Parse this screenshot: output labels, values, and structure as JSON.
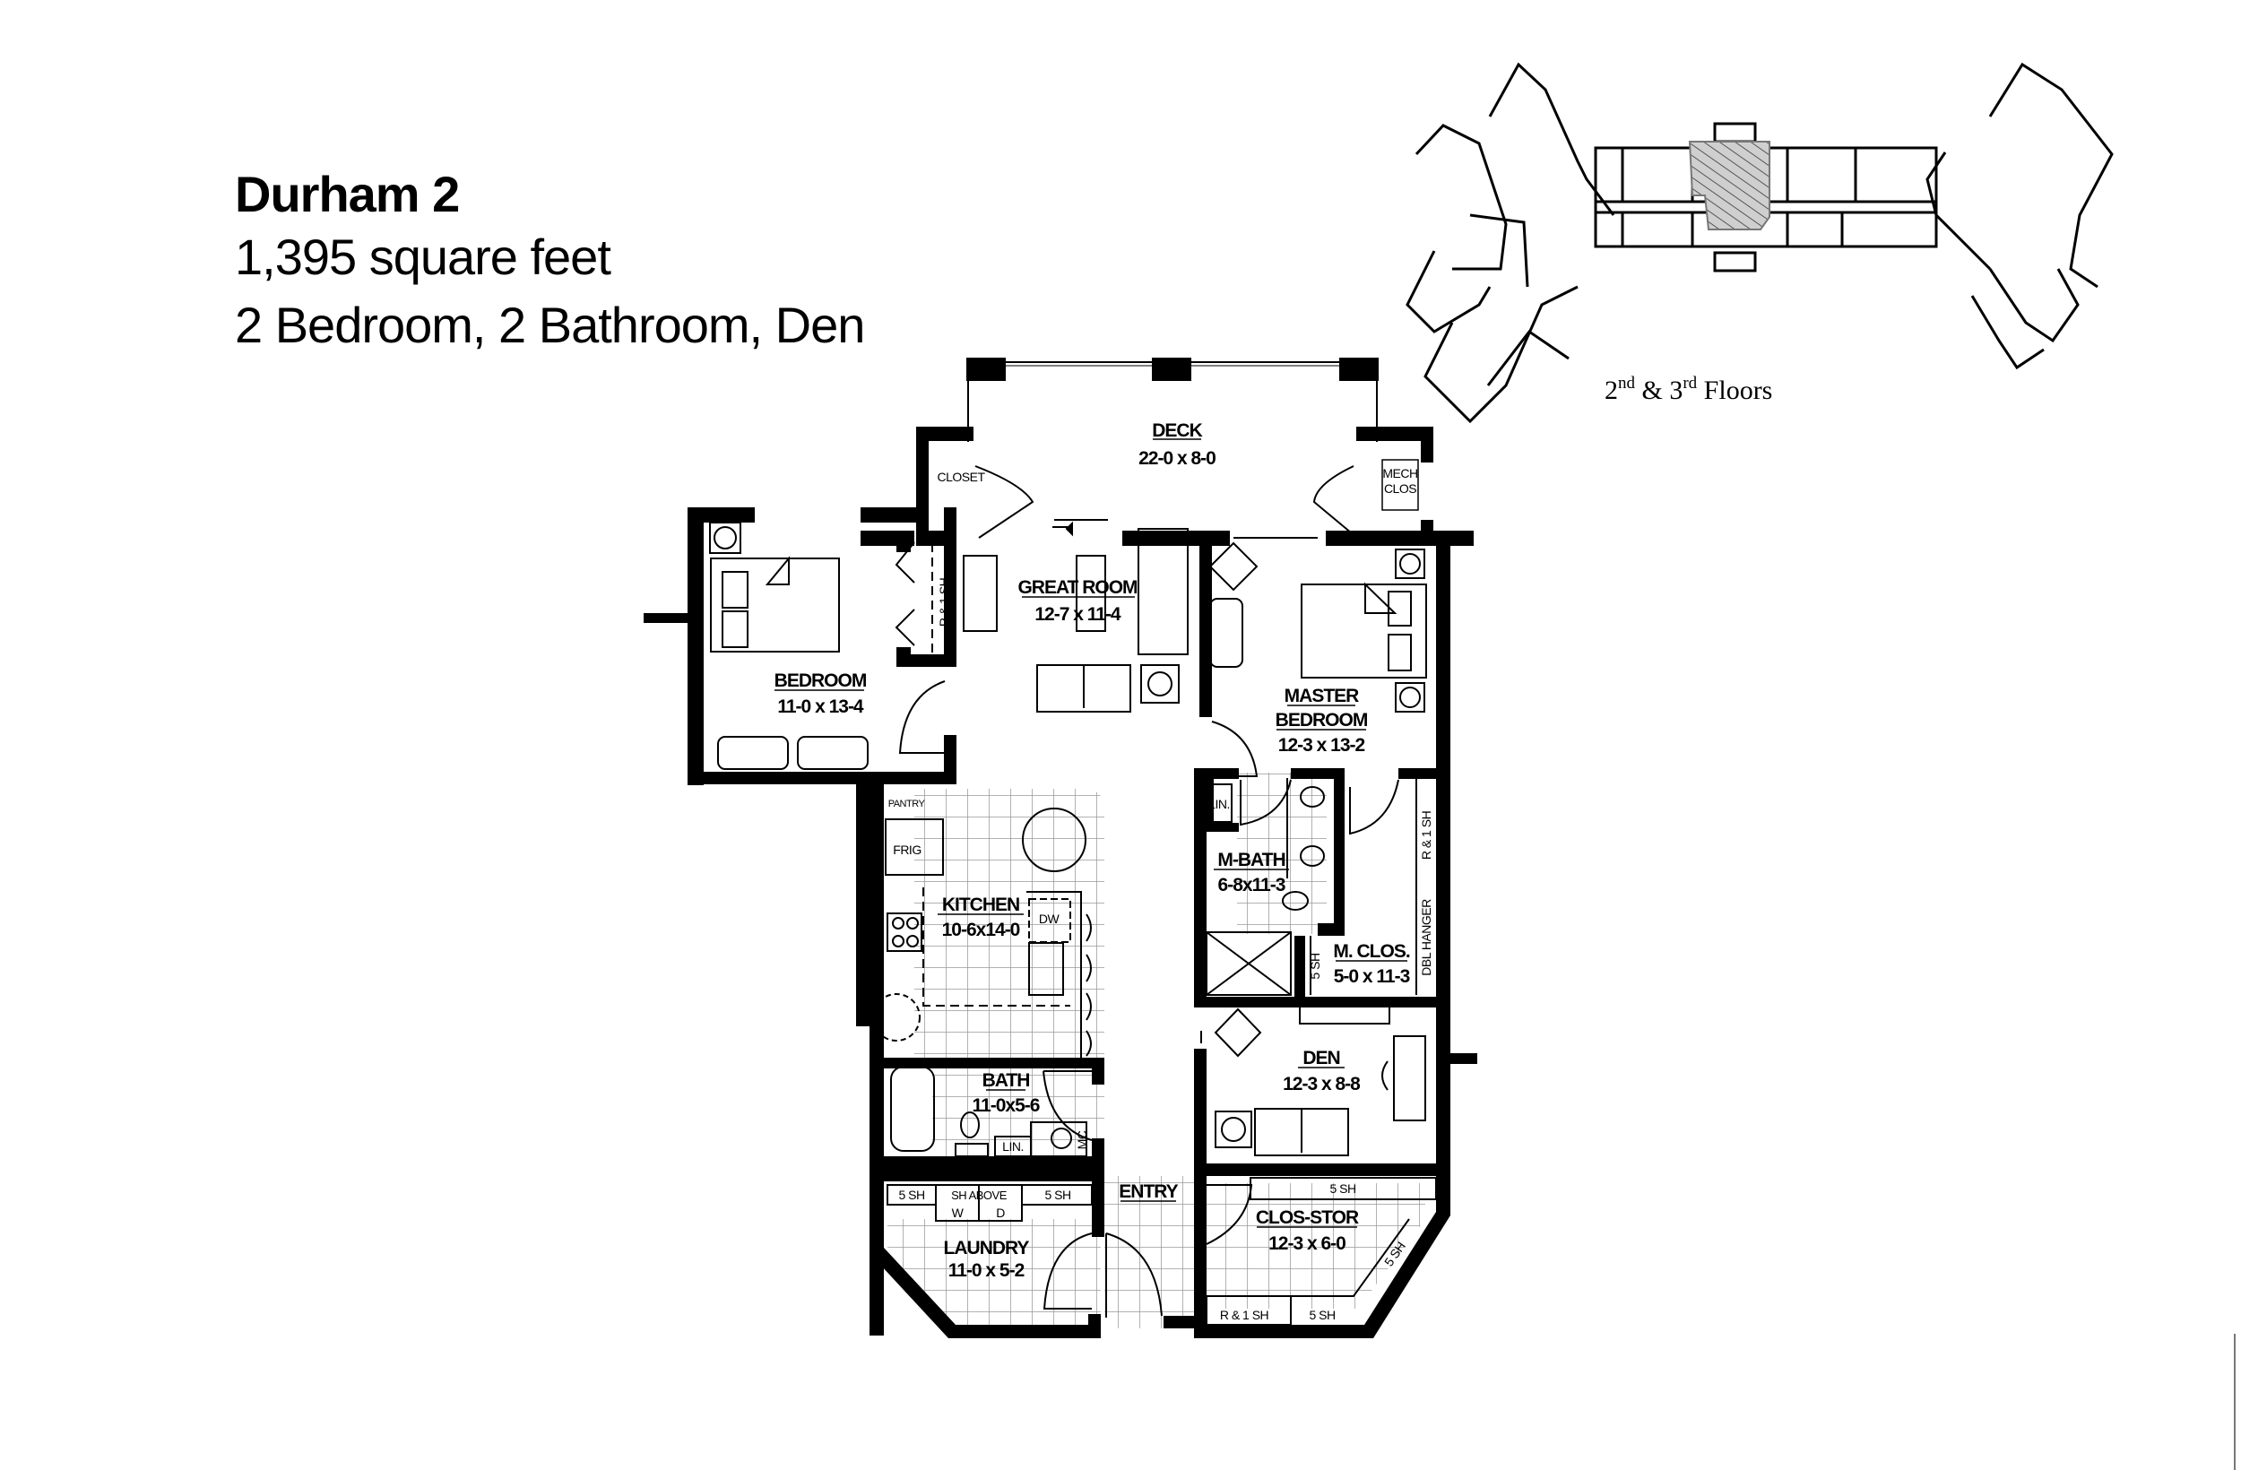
{
  "header": {
    "plan_name": "Durham 2",
    "square_feet": "1,395 square feet",
    "room_summary": "2 Bedroom, 2 Bathroom, Den"
  },
  "key_plan": {
    "caption_prefix": "2",
    "caption_sup1": "nd",
    "caption_mid": " & 3",
    "caption_sup2": "rd",
    "caption_suffix": " Floors",
    "highlight_color": "#aaaaaa"
  },
  "rooms": {
    "deck": {
      "name": "DECK",
      "dims": "22-0 x 8-0"
    },
    "closet": {
      "name": "CLOSET"
    },
    "mech_clos": {
      "line1": "MECH",
      "line2": "CLOS"
    },
    "great_room": {
      "name": "GREAT ROOM",
      "dims": "12-7 x 11-4"
    },
    "bedroom": {
      "name": "BEDROOM",
      "dims": "11-0 x 13-4"
    },
    "master_bedroom": {
      "line1": "MASTER",
      "line2": "BEDROOM",
      "dims": "12-3 x 13-2"
    },
    "kitchen": {
      "name": "KITCHEN",
      "dims": "10-6x14-0"
    },
    "m_bath": {
      "name": "M-BATH",
      "dims": "6-8x11-3"
    },
    "m_clos": {
      "name": "M. CLOS.",
      "dims": "5-0 x 11-3"
    },
    "den": {
      "name": "DEN",
      "dims": "12-3 x 8-8"
    },
    "bath": {
      "name": "BATH",
      "dims": "11-0x5-6"
    },
    "entry": {
      "name": "ENTRY"
    },
    "laundry": {
      "name": "LAUNDRY",
      "dims": "11-0 x 5-2"
    },
    "clos_stor": {
      "name": "CLOS-STOR",
      "dims": "12-3 x 6-0"
    }
  },
  "fixtures": {
    "pantry": "PANTRY",
    "frig": "FRIG",
    "dw": "DW",
    "lin": "LIN.",
    "mc": "MC",
    "r1sh": "R & 1 SH",
    "dbl_hanger": "DBL HANGER",
    "five_sh": "5 SH",
    "sh_above": "SH ABOVE",
    "washer": "W",
    "dryer": "D"
  }
}
